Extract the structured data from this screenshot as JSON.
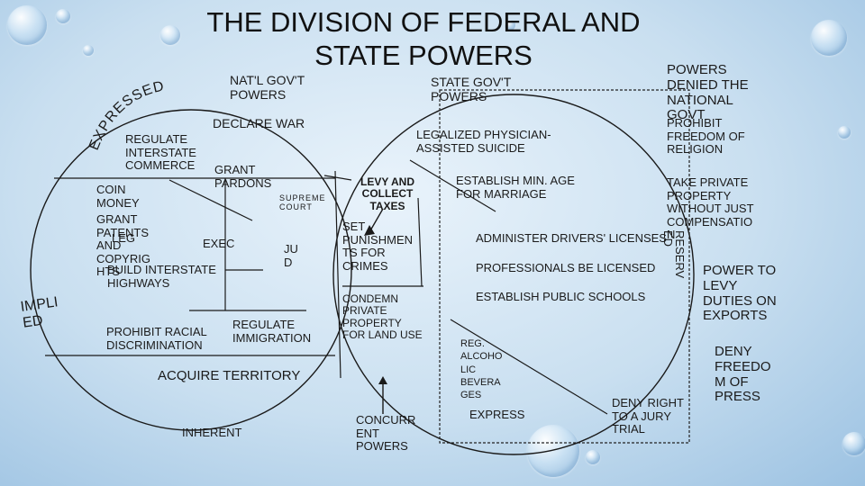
{
  "title": "THE DIVISION OF FEDERAL AND\nSTATE POWERS",
  "labels": {
    "natl_gov": "NAT'L GOV'T\nPOWERS",
    "state_gov": "STATE GOV'T\nPOWERS",
    "denied": "POWERS\nDENIED THE\nNATIONAL\nGOVT",
    "reserved_vertical": "RESERV\nED",
    "expressed_arc": "EXPRESSED",
    "implied": "IMPLI\nED",
    "inherent": "INHERENT",
    "concurrent": "CONCURR\nENT\nPOWERS",
    "express": "EXPRESS"
  },
  "federal_items": {
    "declare_war": "DECLARE WAR",
    "regulate_commerce": "REGULATE\nINTERSTATE\nCOMMERCE",
    "grant_pardons": "GRANT\nPARDONS",
    "coin_money": "COIN\nMONEY",
    "grant_patents": "GRANT\nPATENTS\nAND\nCOPYRIG\nHTS",
    "leg": "LEG",
    "exec": "EXEC",
    "supreme_court": "SUPREME\nCOURT",
    "jud": "JU\nD",
    "build_highways": "BUILD INTERSTATE\nHIGHWAYS",
    "prohibit_racial": "PROHIBIT RACIAL\nDISCRIMINATION",
    "regulate_immigration": "REGULATE\nIMMIGRATION",
    "acquire_territory": "ACQUIRE TERRITORY"
  },
  "concurrent_items": {
    "levy_taxes": "LEVY AND\nCOLLECT\nTAXES",
    "set_punishments": "SET\nPUNISHMEN\nTS FOR\nCRIMES",
    "condemn_property": "CONDEMN\nPRIVATE\nPROPERTY\nFOR LAND USE"
  },
  "state_items": {
    "physician_suicide": "LEGALIZED PHYSICIAN-\nASSISTED SUICIDE",
    "min_age_marriage": "ESTABLISH MIN. AGE\nFOR MARRIAGE",
    "drivers_licenses": "ADMINISTER DRIVERS' LICENSES",
    "professionals_licensed": "PROFESSIONALS BE LICENSED",
    "public_schools": "ESTABLISH PUBLIC SCHOOLS",
    "regulate_alcohol": "REG.\nALCOHO\nLIC\nBEVERA\nGES"
  },
  "denied_items": {
    "prohibit_religion": "PROHIBIT\nFREEDOM OF\nRELIGION",
    "take_property": "TAKE PRIVATE\nPROPERTY\nWITHOUT JUST\nCOMPENSATIO\nN",
    "jury_trial": "DENY RIGHT\nTO A JURY\nTRIAL",
    "export_duties": "POWER TO\nLEVY\nDUTIES ON\nEXPORTS",
    "deny_press": "DENY\nFREEDO\nM OF\nPRESS"
  }
}
